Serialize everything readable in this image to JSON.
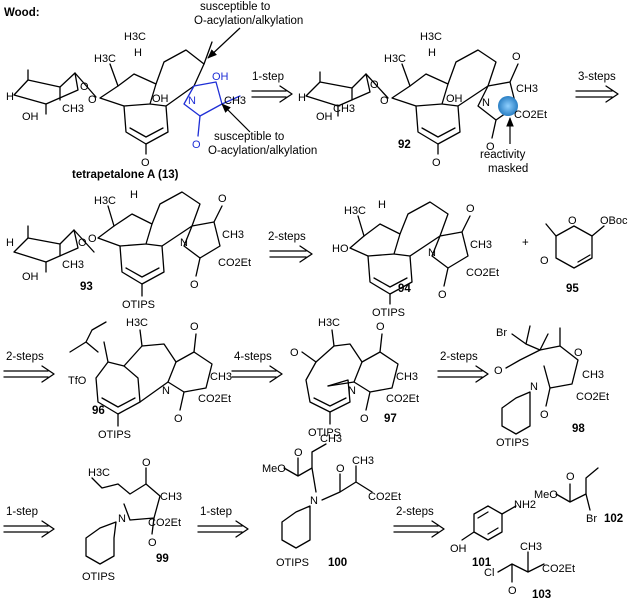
{
  "header": {
    "title": "Wood:"
  },
  "annotations": {
    "top_note_line1": "susceptible to",
    "top_note_line2": "O-acylation/alkylation",
    "bottom_note_line1": "susceptible to",
    "bottom_note_line2": "O-acylation/alkylation",
    "masked_line1": "reactivity",
    "masked_line2": "masked"
  },
  "compounds": {
    "c13": "tetrapetalone A (13)",
    "c92": "92",
    "c93": "93",
    "c94": "94",
    "c95": "95",
    "c96": "96",
    "c97": "97",
    "c98": "98",
    "c99": "99",
    "c100": "100",
    "c101": "101",
    "c102": "102",
    "c103": "103"
  },
  "steps": {
    "s1": "1-step",
    "s2": "3-steps",
    "s3": "2-steps",
    "s4": "2-steps",
    "s5": "4-steps",
    "s6": "2-steps",
    "s7": "1-step",
    "s8": "1-step",
    "s9": "2-steps"
  },
  "atoms": {
    "OH": "OH",
    "O": "O",
    "N": "N",
    "H": "H",
    "HO": "HO",
    "H3C": "H3C",
    "CH3": "CH3",
    "CO2Et": "CO2Et",
    "OTIPS": "OTIPS",
    "OBoc": "OBoc",
    "TfO": "TfO",
    "Br": "Br",
    "MeO": "MeO",
    "Cl": "Cl",
    "NH2": "NH2",
    "plus": "+"
  },
  "colors": {
    "highlight": "#1f2fd6",
    "masked_circle": "#3a9bdc"
  }
}
